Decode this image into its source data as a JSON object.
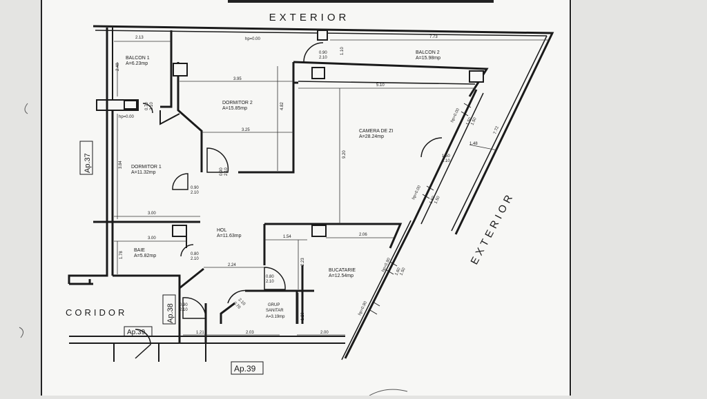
{
  "labels": {
    "exterior_top": "EXTERIOR",
    "exterior_right": "EXTERIOR",
    "coridor": "CORIDOR",
    "ap37": "Ap.37",
    "ap38": "Ap.38",
    "ap39_small": "Ap.39",
    "ap39_bottom": "Ap.39"
  },
  "rooms": {
    "balcon1": {
      "name": "BALCON 1",
      "area": "A=6.23mp"
    },
    "dormitor2": {
      "name": "DORMITOR 2",
      "area": "A=15.85mp"
    },
    "balcon2": {
      "name": "BALCON 2",
      "area": "A=15.98mp"
    },
    "camera": {
      "name": "CAMERA DE ZI",
      "area": "A=28.24mp"
    },
    "dormitor1": {
      "name": "DORMITOR 1",
      "area": "A=11.32mp"
    },
    "hol": {
      "name": "HOL",
      "area": "A=11.63mp"
    },
    "baie": {
      "name": "BAIE",
      "area": "A=5.82mp"
    },
    "bucatarie": {
      "name": "BUCATARIE",
      "area": "A=12.54mp"
    },
    "grup": {
      "name": "GRUP",
      "name2": "SANITAR",
      "area": "A=3.19mp"
    }
  },
  "dims": {
    "d_213": "2.13",
    "d_773": "7.73",
    "d_hp0": "hp=0.00",
    "d_110": "1.10",
    "d_395": "3.95",
    "d_510": "5.10",
    "d_482": "4.82",
    "d_325": "3.25",
    "d_920": "9.20",
    "d_772": "7.72",
    "d_148": "1.48",
    "d_248": "2.48",
    "d_384": "3.84",
    "d_300a": "3.00",
    "d_300b": "3.00",
    "d_178": "1.78",
    "d_154": "1.54",
    "d_206": "2.06",
    "d_224": "2.24",
    "d_223": "2.23",
    "d_120": "1.20",
    "d_121": "1.21",
    "d_203": "2.03",
    "d_200": "2.00",
    "d_hp0b": "hp=0.00"
  },
  "openings": {
    "o1": "0.90",
    "o1b": "2.10",
    "o2": "0.90",
    "o2b": "2.10",
    "o3": "0.90",
    "o3b": "2.10",
    "o4": "0.80",
    "o4b": "2.10",
    "o5": "0.80",
    "o5b": "2.10",
    "o6": "0.90",
    "o6b": "2.10",
    "o7": "0.70",
    "o7b": "2.10",
    "w1": "1.50",
    "w1b": "1.50",
    "w2": "1.50",
    "w2b": "1.50",
    "w3": "1.60",
    "w3b": "1.50",
    "hp1": "hp=0.00",
    "hp2": "hp=0.00",
    "hp3": "hp=0.90"
  }
}
